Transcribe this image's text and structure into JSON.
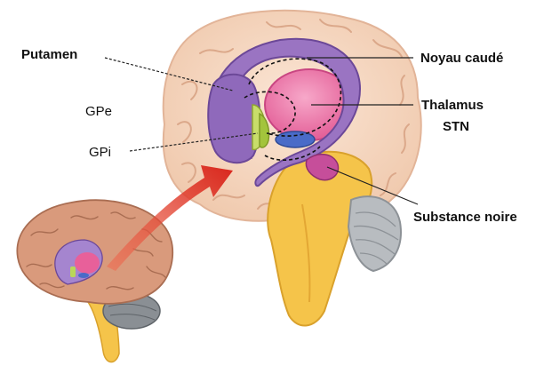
{
  "labels": {
    "putamen": "Putamen",
    "gpe": "GPe",
    "gpi": "GPi",
    "noyau_caude": "Noyau caudé",
    "thalamus": "Thalamus",
    "stn": "STN",
    "substance_noire": "Substance noire"
  },
  "colors": {
    "cortex": "#f2d2b8",
    "cortex_fold": "#e0b395",
    "whole_brain": "#d99a7c",
    "caudate_putamen": "#9a74c2",
    "caudate_dark": "#7f5aa8",
    "thalamus": "#e8609a",
    "globus_pallidus": "#b9d65a",
    "subthalamic": "#4a6bc8",
    "substantia_nigra": "#c64e9a",
    "brainstem": "#f5c44a",
    "cerebellum": "#9aa0a6",
    "arrow": "#e0392c"
  }
}
